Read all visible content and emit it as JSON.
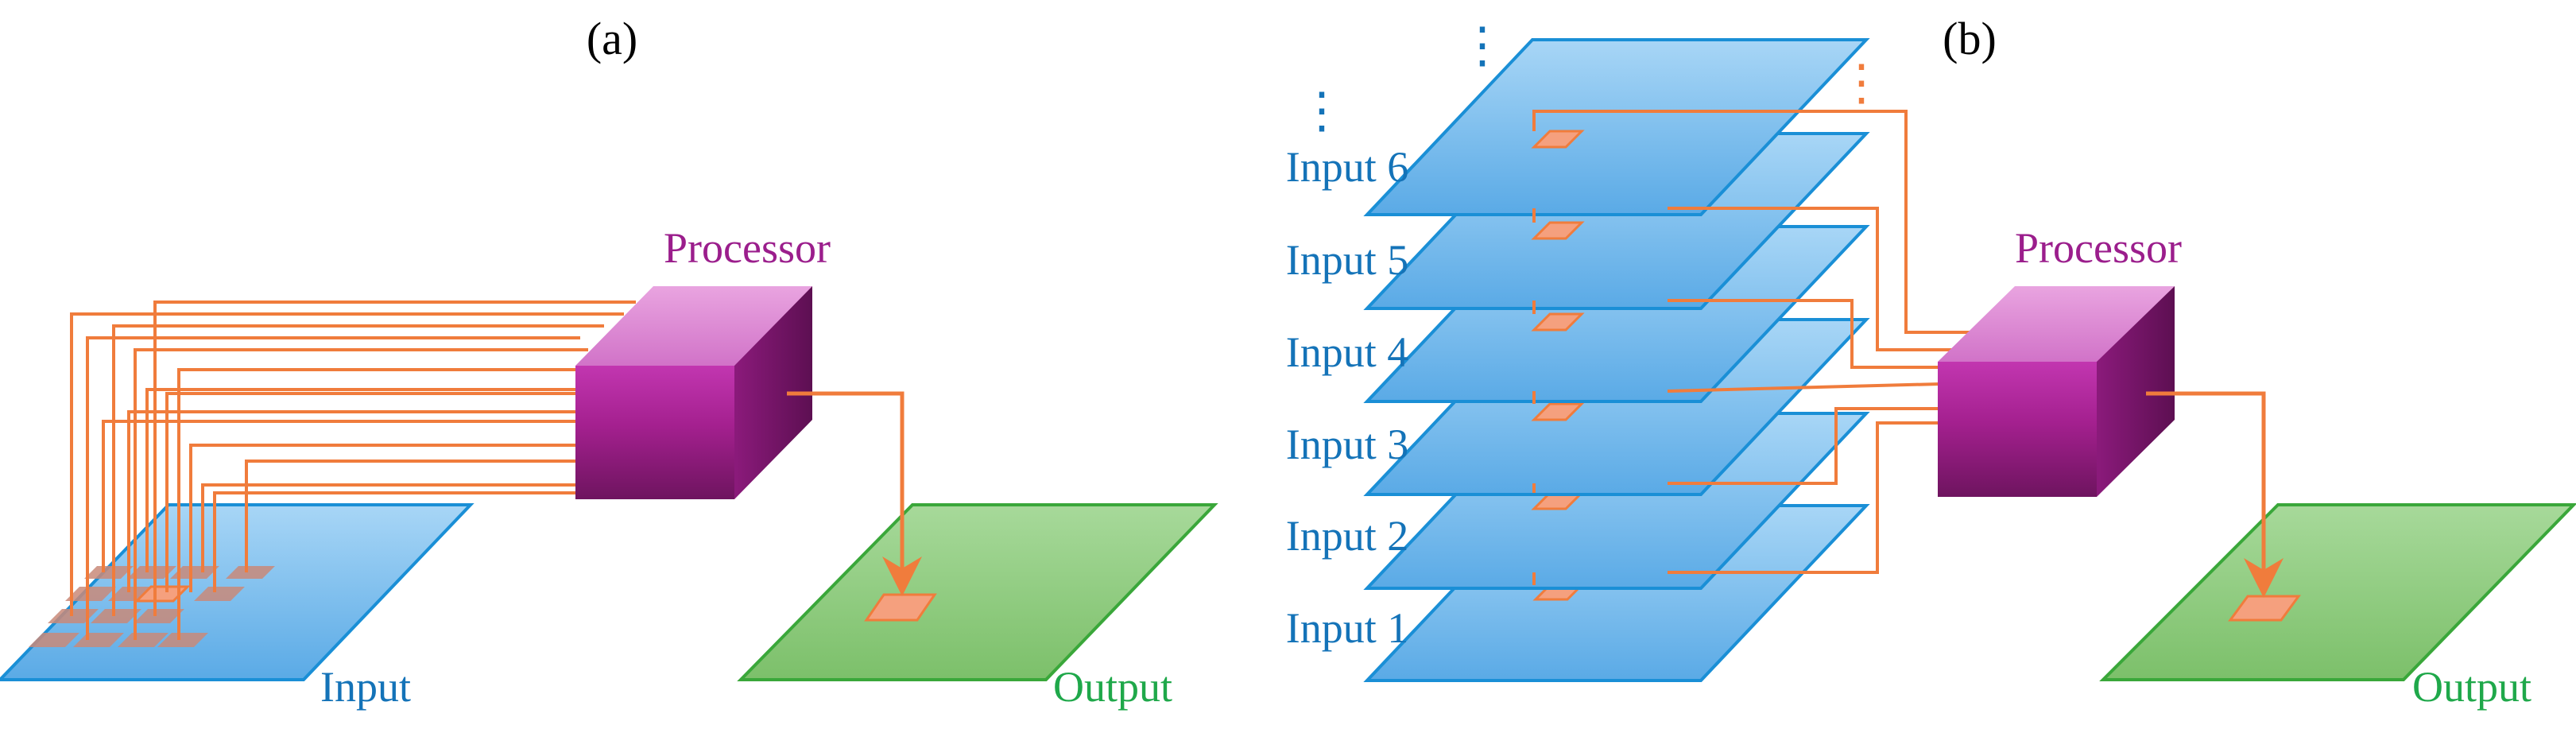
{
  "panel_a": {
    "label": "(a)",
    "processor_label": "Processor",
    "input_label": "Input",
    "output_label": "Output"
  },
  "panel_b": {
    "label": "(b)",
    "processor_label": "Processor",
    "output_label": "Output",
    "input_labels": [
      "Input 1",
      "Input 2",
      "Input 3",
      "Input 4",
      "Input 5",
      "Input 6"
    ],
    "ellipsis": "⋮"
  },
  "colors": {
    "input_fill": "#6fb6ea",
    "input_stroke": "#1a8fd6",
    "output_fill": "#8cc878",
    "output_stroke": "#3aa73a",
    "processor": "#a0208f",
    "wire": "#f07c3c",
    "cell": "#f5a07e",
    "label_blue": "#1473b8",
    "label_green": "#1fa84a",
    "label_purple": "#9b1e8c"
  }
}
